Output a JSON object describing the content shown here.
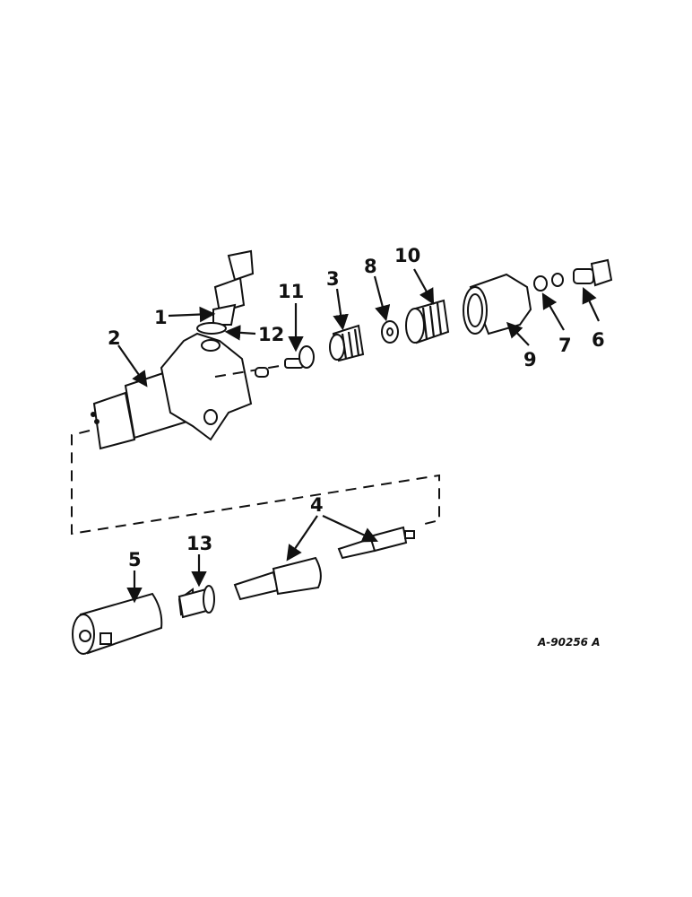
{
  "diagram": {
    "callouts": [
      "1",
      "2",
      "3",
      "4",
      "5",
      "6",
      "7",
      "8",
      "9",
      "10",
      "11",
      "12",
      "13"
    ],
    "drawing_number": "A-90256 A"
  }
}
